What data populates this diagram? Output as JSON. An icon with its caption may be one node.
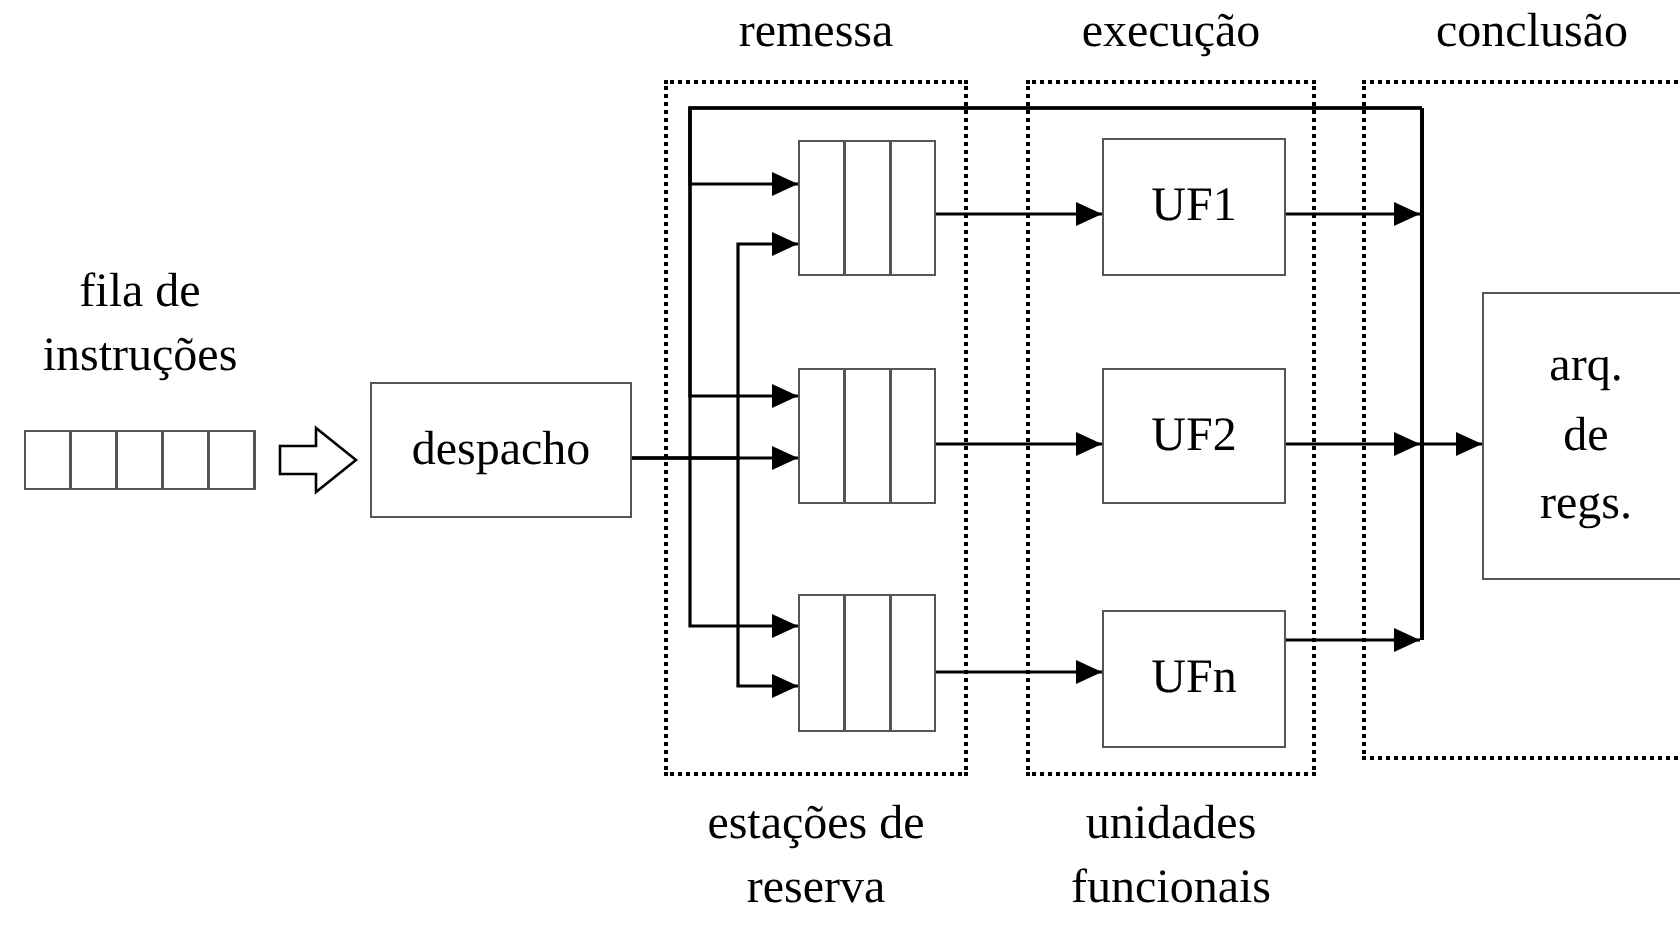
{
  "diagram": {
    "nodes": [
      {
        "text": [
          "remessa",
          "estações de reserva"
        ]
      },
      {
        "text": [
          "execução",
          "unidades funcionais"
        ]
      },
      {
        "text": [
          "conclusão"
        ]
      },
      {
        "text": [
          "fila de instruções"
        ]
      },
      {
        "text": [
          "despacho"
        ]
      },
      {
        "text": [],
        "shape": "box",
        "in": 0
      },
      {
        "text": [],
        "shape": "box",
        "in": 0
      },
      {
        "text": [],
        "shape": "box",
        "in": 0
      },
      {
        "text": [
          "UF1"
        ],
        "in": 1
      },
      {
        "text": [
          "UF2"
        ],
        "in": 1
      },
      {
        "text": [
          "UFn"
        ],
        "in": 1
      },
      {
        "text": [],
        "shape": "bar",
        "in": 2
      },
      {
        "text": [
          "arq. de regs."
        ],
        "in": 2
      }
    ],
    "edges": [
      {
        "from": 3,
        "to": 4,
        "arrow": "to"
      },
      {
        "from": 4,
        "to": 5,
        "arrow": "to"
      },
      {
        "from": 4,
        "to": 6,
        "arrow": "to"
      },
      {
        "from": 4,
        "to": 7,
        "arrow": "to"
      },
      {
        "from": 11,
        "to": 5,
        "arrow": "to"
      },
      {
        "from": 11,
        "to": 6,
        "arrow": "to"
      },
      {
        "from": 11,
        "to": 7,
        "arrow": "to"
      },
      {
        "from": 5,
        "to": 8,
        "arrow": "to"
      },
      {
        "from": 6,
        "to": 9,
        "arrow": "to"
      },
      {
        "from": 7,
        "to": 10,
        "arrow": "to"
      },
      {
        "from": 8,
        "to": 11,
        "arrow": "to"
      },
      {
        "from": 9,
        "to": 11,
        "arrow": "to"
      },
      {
        "from": 10,
        "to": 11,
        "arrow": "to"
      },
      {
        "from": 11,
        "to": 12,
        "arrow": "to"
      }
    ]
  }
}
